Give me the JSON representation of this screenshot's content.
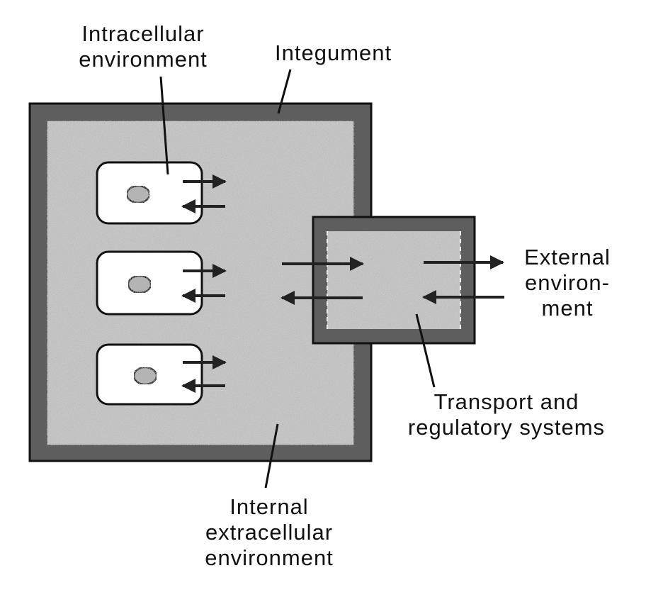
{
  "labels": {
    "intracellular": [
      "Intracellular",
      "environment"
    ],
    "integument": "Integument",
    "external": [
      "External",
      "environ-",
      "ment"
    ],
    "transport": [
      "Transport and",
      "regulatory systems"
    ],
    "internal": [
      "Internal",
      "extracellular",
      "environment"
    ]
  },
  "colors": {
    "integument_fill": "#5e5e5e",
    "interior_fill": "#c9c9c9",
    "cell_fill": "#ffffff",
    "nucleus_fill": "#b5b5b5",
    "arrow": "#222222",
    "line": "#111111"
  },
  "icons": {
    "arrow": "filled-triangle-arrowhead",
    "nucleus": "speckled-ellipse"
  }
}
